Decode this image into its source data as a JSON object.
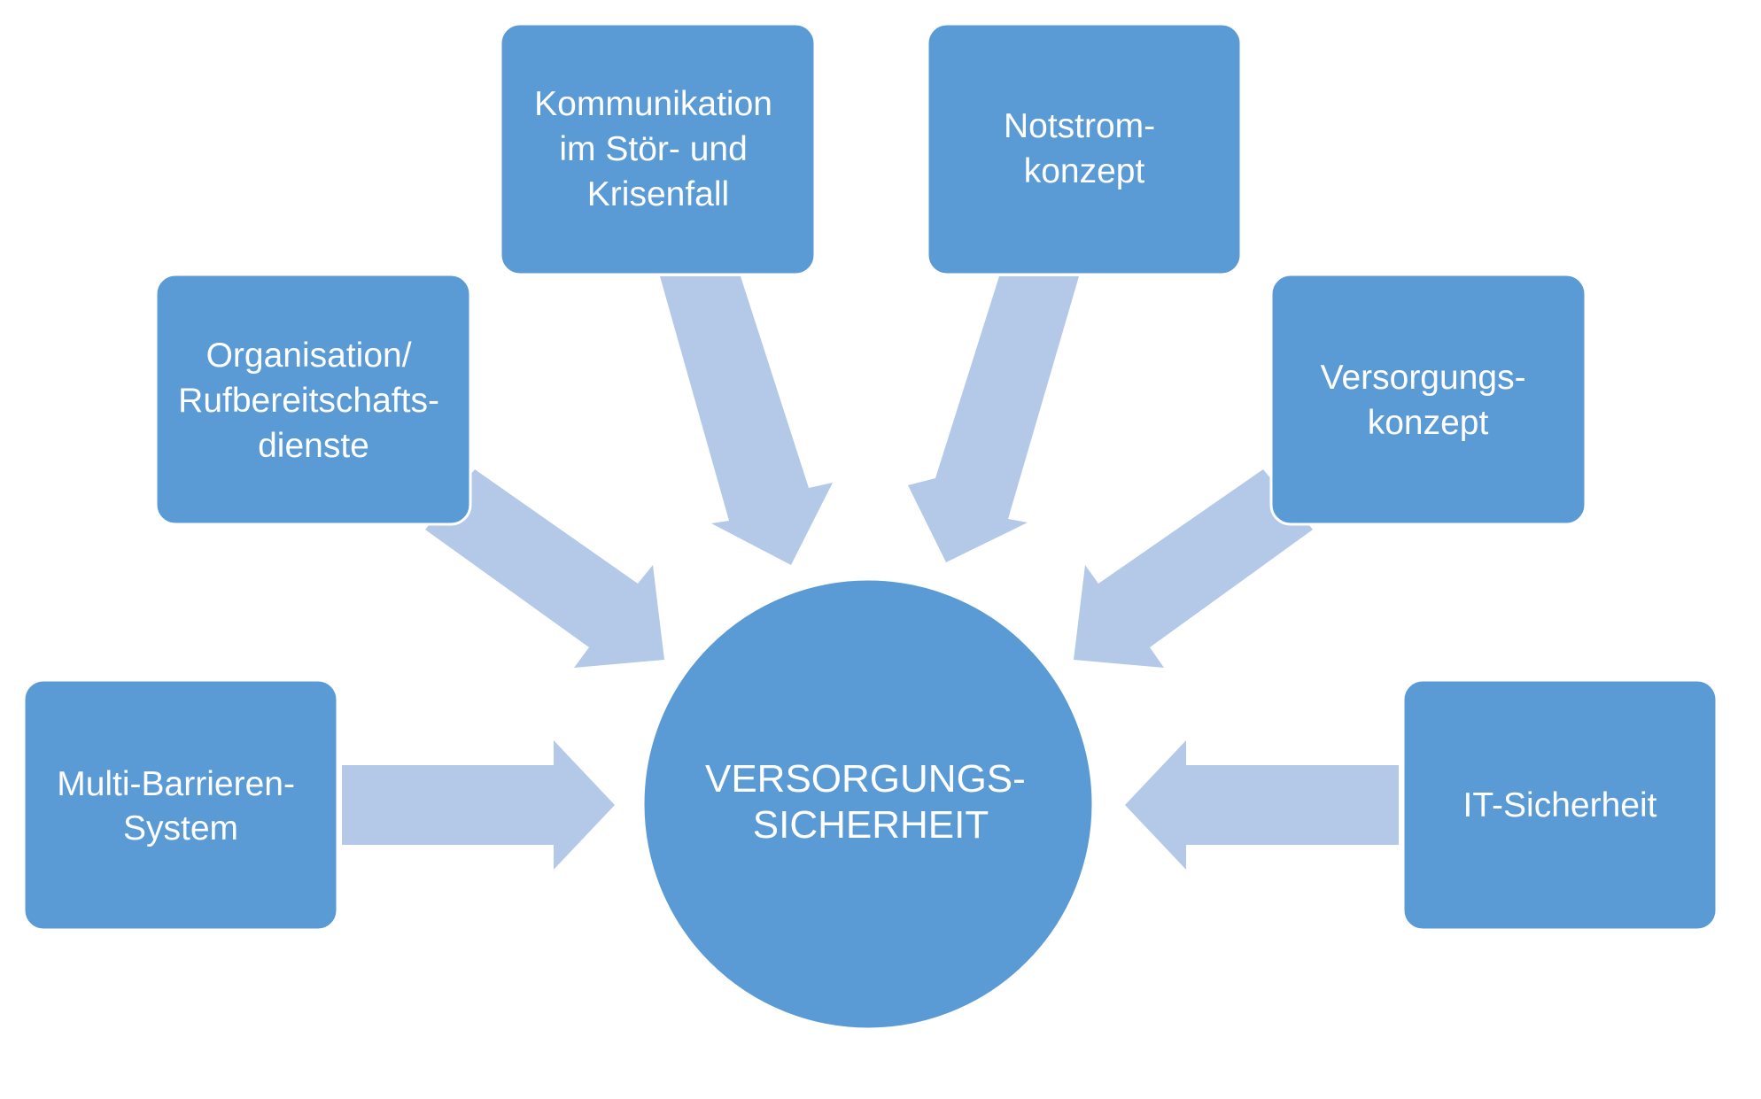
{
  "colors": {
    "box_fill": "#5b9bd5",
    "arrow_fill": "#b4c8e8",
    "text": "#ffffff",
    "background": "#ffffff"
  },
  "center": {
    "lines": [
      "VERSORGUNGS-",
      "SICHERHEIT"
    ]
  },
  "nodes": {
    "multi_barrieren": {
      "lines": [
        "Multi-Barrieren-",
        "System"
      ]
    },
    "organisation": {
      "lines": [
        "Organisation/",
        "Rufbereitschafts-",
        "dienste"
      ]
    },
    "kommunikation": {
      "lines": [
        "Kommunikation",
        "im Stör- und",
        "Krisenfall"
      ]
    },
    "notstrom": {
      "lines": [
        "Notstrom-",
        "konzept"
      ]
    },
    "versorgung": {
      "lines": [
        "Versorgungs-",
        "konzept"
      ]
    },
    "it_sicherheit": {
      "lines": [
        "IT-Sicherheit"
      ]
    }
  }
}
